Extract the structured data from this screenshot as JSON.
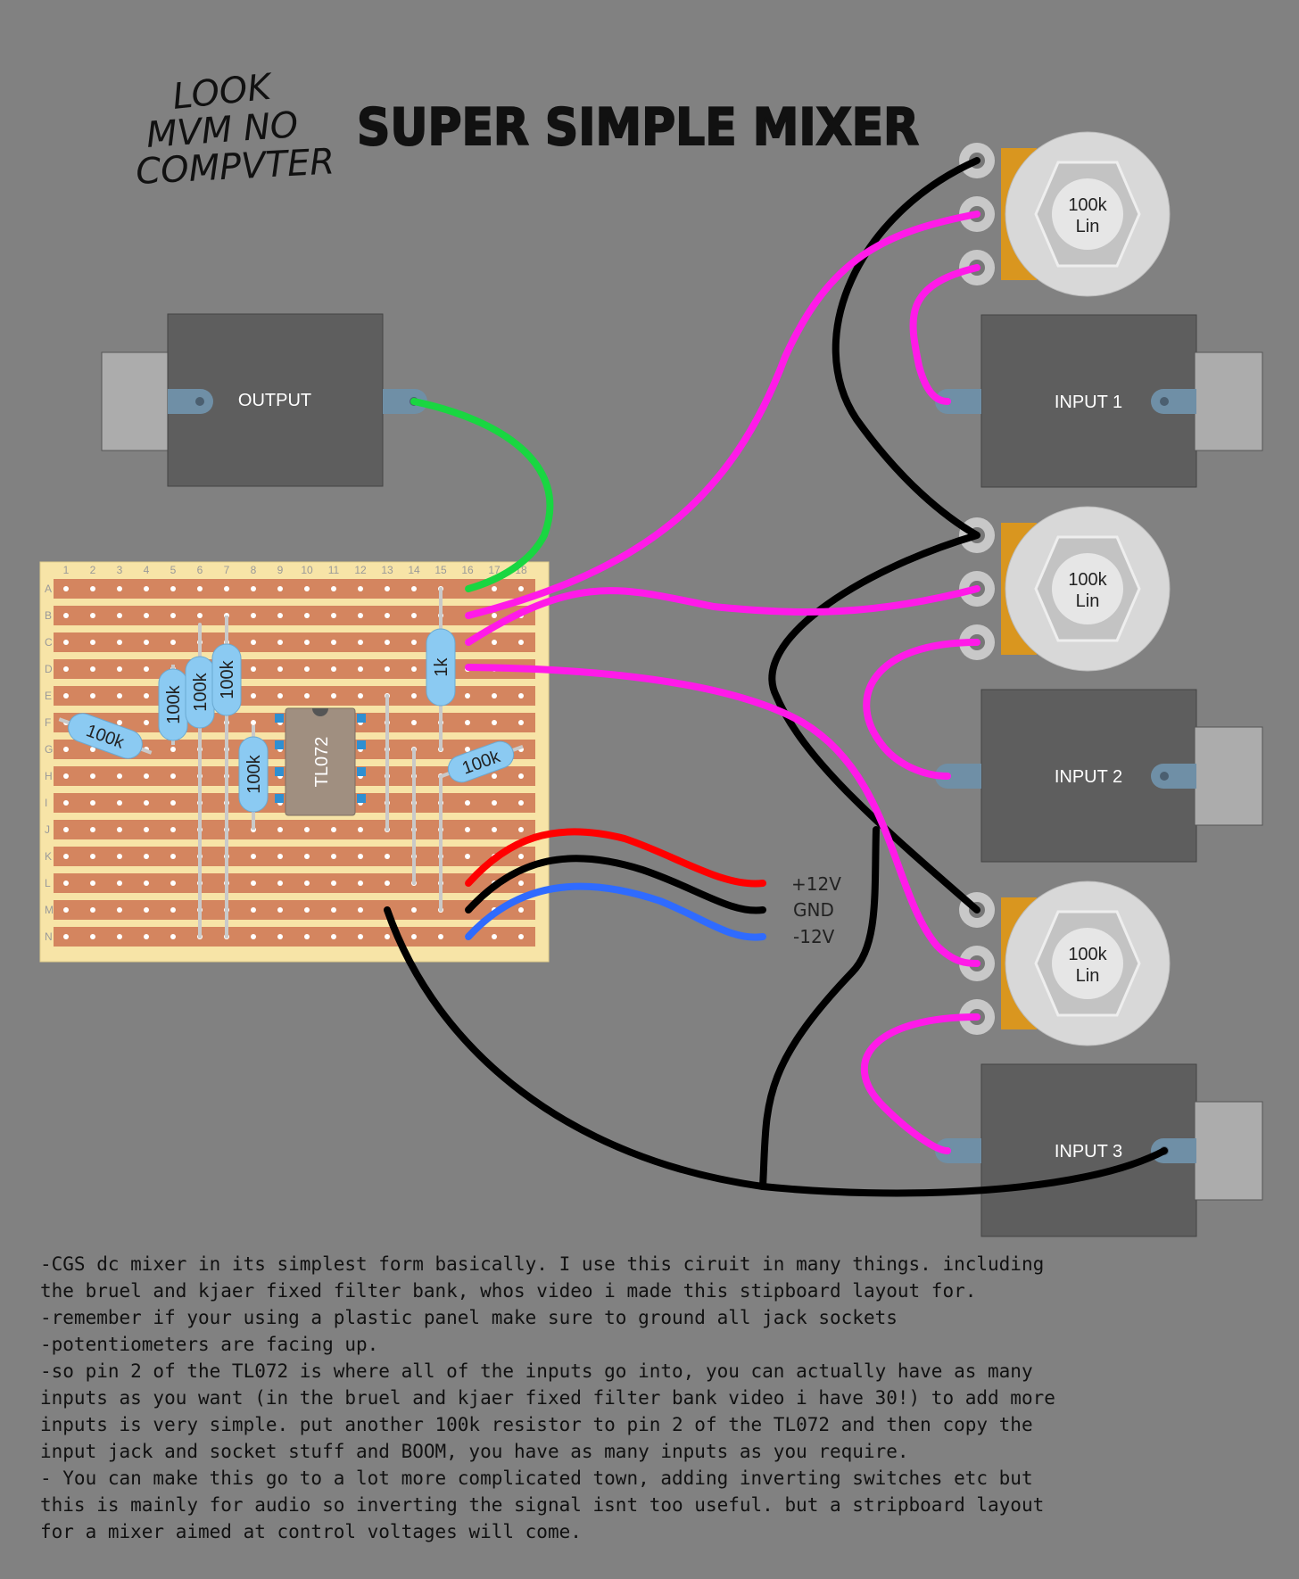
{
  "logo": {
    "line1": "LOOK",
    "line2": "MVM NO",
    "line3": "COMPVTER"
  },
  "title": "SUPER SIMPLE MIXER",
  "jacks": {
    "output": "OUTPUT",
    "input1": "INPUT 1",
    "input2": "INPUT 2",
    "input3": "INPUT 3"
  },
  "pots": [
    {
      "value": "100k",
      "taper": "Lin"
    },
    {
      "value": "100k",
      "taper": "Lin"
    },
    {
      "value": "100k",
      "taper": "Lin"
    }
  ],
  "stripboard": {
    "columns": [
      "1",
      "2",
      "3",
      "4",
      "5",
      "6",
      "7",
      "8",
      "9",
      "10",
      "11",
      "12",
      "13",
      "14",
      "15",
      "16",
      "17",
      "18"
    ],
    "rows": [
      "A",
      "B",
      "C",
      "D",
      "E",
      "F",
      "G",
      "H",
      "I",
      "J",
      "K",
      "L",
      "M",
      "N"
    ]
  },
  "components": {
    "ic": "TL072",
    "r_feedback": "1k",
    "r_a": "100k",
    "r_b": "100k",
    "r_c": "100k",
    "r_d": "100k",
    "r_e": "100k",
    "r_f": "100k"
  },
  "power": {
    "pos": "+12V",
    "gnd": "GND",
    "neg": "-12V"
  },
  "colors": {
    "background": "#818181",
    "board": "#f7e4a7",
    "strip": "#d4855f",
    "signal_wire": "#ff1ae8",
    "ground_wire": "#000000",
    "output_wire": "#19d641",
    "pos_wire": "#ff0000",
    "neg_wire": "#2f6bff"
  },
  "notes": [
    "-CGS dc mixer in its simplest form basically. I use this ciruit in many things. including",
    "the bruel and kjaer fixed filter bank, whos video i made this stipboard layout for.",
    "-remember if your using a plastic panel make sure to ground all jack sockets",
    "-potentiometers are facing up.",
    "-so pin 2 of the TL072 is where all of the inputs go into, you can actually have as many",
    "inputs as you want (in the bruel and kjaer fixed filter bank video i have 30!) to add more",
    "inputs is very simple. put another 100k resistor to pin 2 of the TL072 and then copy the",
    "input jack and socket stuff and BOOM, you have as many inputs as you require.",
    "- You can make this go to a lot more complicated town, adding inverting switches etc but",
    "this is mainly for audio so inverting the signal isnt too useful. but a stripboard layout",
    "for a mixer aimed at control voltages will come."
  ]
}
